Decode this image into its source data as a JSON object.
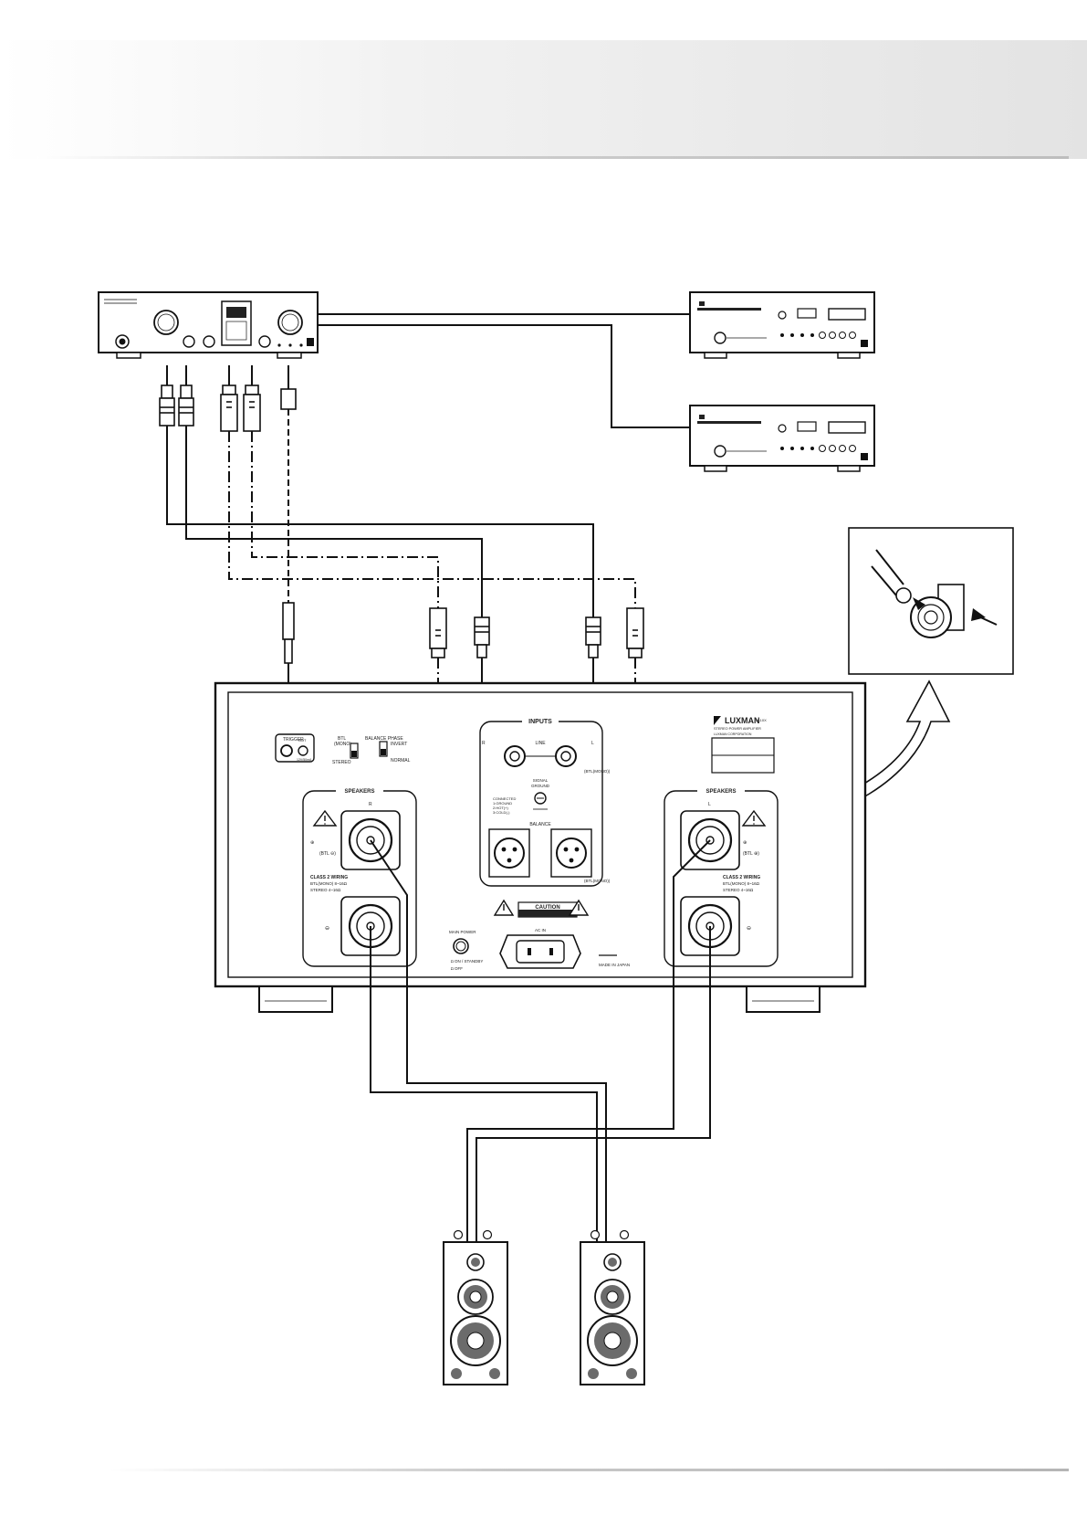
{
  "rear_panel": {
    "brand": "LUXMAN",
    "model_line": "M-10X",
    "product_type": "STEREO POWER AMPLIFIER",
    "maker": "LUXMAN CORPORATION",
    "inputs_title": "INPUTS",
    "line_label": "LINE",
    "balance_label": "BALANCE",
    "r": "R",
    "l": "L",
    "btl_mono_input": "(BTL(MONO))",
    "signal_ground": "SIGNAL\nGROUND",
    "xlr_pinout": [
      "CONNECTED",
      "1:GROUND",
      "2:HOT(+)",
      "3:COLD(-)"
    ],
    "trigger": "TRIGGER",
    "trigger_out": "OUT",
    "trigger_sub": "12V/50mA",
    "btl_switch": "BTL\n(MONO)",
    "stereo": "STEREO",
    "balance_phase": "BALANCE PHASE",
    "invert": "INVERT",
    "normal": "NORMAL",
    "speakers_title": "SPEAKERS",
    "class2_wiring": "CLASS 2 WIRING",
    "btl_impedance": "BTL(MONO)   8~16Ω",
    "stereo_impedance": "STEREO      4~16Ω",
    "btl_plus": "(BTL ⊕)",
    "caution_title": "CAUTION",
    "main_power": "MAIN POWER",
    "on_standby": "ON / STANDBY",
    "off": "OFF",
    "ac_in": "AC IN",
    "made_in": "MADE IN JAPAN"
  },
  "colors": {
    "line": "#1a1a1a",
    "header_grad_start": "#ffffff",
    "header_grad_end": "#e3e3e3",
    "speaker_grille": "#6b6b6b"
  },
  "icons": [
    "warning-icon",
    "speaker-icon",
    "xlr-plug-icon",
    "rca-plug-icon",
    "trigger-plug-icon",
    "curved-arrow-icon"
  ]
}
